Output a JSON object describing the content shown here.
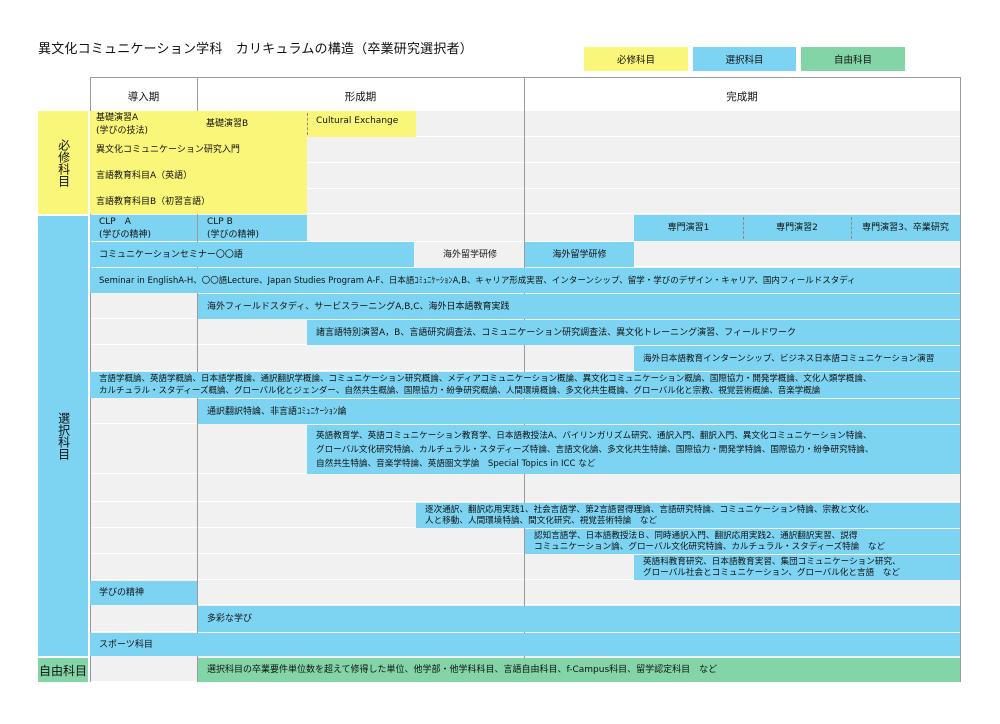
{
  "title": "異文化コミュニケーション学科　カリキュラムの構造（卒業研究選択者）",
  "legend": {
    "required": "必修科目",
    "elective": "選択科目",
    "free": "自由科目"
  },
  "colors": {
    "required": "#faf67a",
    "elective": "#7dd4f2",
    "free": "#83d5a8",
    "band": "#f1f1f1",
    "grid": "#9a9a9a"
  },
  "phases": {
    "intro": "導入期",
    "formation": "形成期",
    "completion": "完成期"
  },
  "groups": {
    "required": "必修科目",
    "elective": "選択科目",
    "free": "自由科目"
  },
  "courses": {
    "kiso_a_1": "基礎演習A",
    "kiso_a_2": "(学びの技法)",
    "kiso_b": "基礎演習B",
    "cultural_exchange": "Cultural Exchange",
    "ibunka_intro": "異文化コミュニケーション研究入門",
    "lang_a": "言語教育科目A（英語）",
    "lang_b": "言語教育科目B（初習言語）",
    "clp_a_1": "CLP　A",
    "clp_a_2": "(学びの精神)",
    "clp_b_1": "CLP B",
    "clp_b_2": "(学びの精神)",
    "senmon_1": "専門演習1",
    "senmon_2": "専門演習2",
    "senmon_3": "専門演習3、卒業研究",
    "comm_seminar": "コミュニケーションセミナー〇〇語",
    "kaigai_1": "海外留学研修",
    "kaigai_2": "海外留学研修",
    "seminar_english": "Seminar in EnglishA-H、〇〇語Lecture、Japan Studies Program A-F、日本語ｺﾐｭﾆｹｰｼｮﾝA,B、キャリア形成実習、インターンシップ、留学・学びのデザイン・キャリア、国内フィールドスタディ",
    "field_study": "海外フィールドスタディ、サービスラーニングA,B,C、海外日本語教育実践",
    "special_seminar": "諸言語特別演習A，B、言語研究調査法、コミュニケーション研究調査法、異文化トレーニング演習、フィールドワーク",
    "japanese_intern": "海外日本語教育インターンシップ、ビジネス日本語コミュニケーション演習",
    "gairon_1": "言語学概論、英語学概論、日本語学概論、通訳翻訳学概論、コミュニケーション研究概論、メディアコミュニケーション概論、異文化コミュニケーション概論、国際協力・開発学概論、文化人類学概論、",
    "gairon_2": "カルチュラル・スタディーズ概論、グローバル化とジェンダー、自然共生概論、国際協力・紛争研究概論、人間環境概論、多文化共生概論、グローバル化と宗教、視覚芸術概論、音楽学概論",
    "tsuyaku_tokuron": "通訳翻訳特論、非言語ｺﾐｭﾆｹｰｼｮﾝ論",
    "eigo_kyoiku_1": "英語教育学、英語コミュニケーション教育学、日本語教授法A、バイリンガリズム研究、通訳入門、翻訳入門、異文化コミュニケーション特論、",
    "eigo_kyoiku_2": "グローバル文化研究特論、カルチュラル・スタディーズ特論、言語文化論、多文化共生特論、国際協力・開発学特論、国際協力・紛争研究特論、",
    "eigo_kyoiku_3": "自然共生特論、音楽学特論、英語圏文学論　Special Topics in ICC など",
    "chikuji_1": "逐次通訳、翻訳応用実践1、社会言語学、第2言語習得理論、言語研究特論、コミュニケーション特論、宗教と文化、",
    "chikuji_2": "人と移動、人間環境特論、間文化研究、視覚芸術特論　など",
    "ninchi_1": "認知言語学、日本語教授法Ｂ、同時通訳入門、翻訳応用実践2、通訳翻訳実習、説得",
    "ninchi_2": "コミュニケーション論、グローバル文化研究特論、カルチュラル・スタディーズ特論　など",
    "eigoka_1": "英語科教育研究、日本語教育実習、集団コミュニケーション研究、",
    "eigoka_2": "グローバル社会とコミュニケーション、グローバル化と言語　など",
    "manabi_seishin": "学びの精神",
    "tasai": "多彩な学び",
    "sports": "スポーツ科目",
    "free_desc": "選択科目の卒業要件単位数を超えて修得した単位、他学部・他学科科目、言語自由科目、f-Campus科目、留学認定科目　など"
  }
}
